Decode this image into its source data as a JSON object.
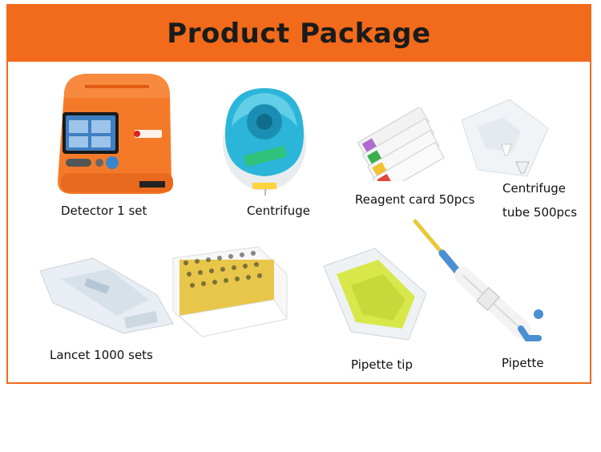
{
  "title": "Product Package",
  "items": {
    "detector": "Detector 1 set",
    "centrifuge": "Centrifuge",
    "reagent_card": "Reagent card 50pcs",
    "centrifuge_tube_line1": "Centrifuge",
    "centrifuge_tube_line2": "tube 500pcs",
    "lancet": "Lancet 1000 sets",
    "pipette_tip": "Pipette tip",
    "pipette": "Pipette"
  },
  "colors": {
    "accent": "#f26a1b",
    "detector_body": "#f47a2a",
    "centrifuge_lid": "#2bb5d8",
    "pipette_tip": "#d8e84a",
    "pipette_blue": "#3a7fc4"
  }
}
